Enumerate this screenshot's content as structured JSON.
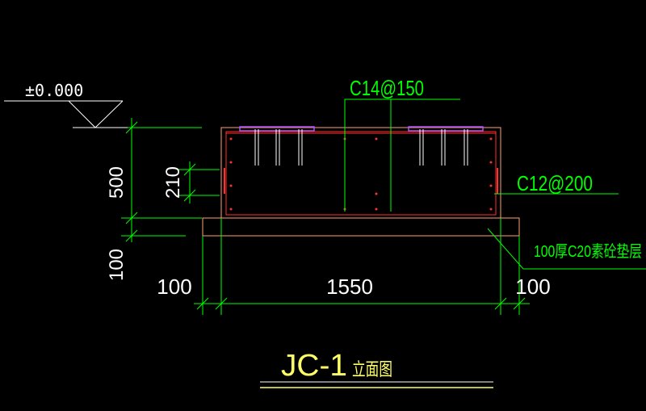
{
  "colors": {
    "background": "#000000",
    "dimension": "#00ff00",
    "annotation": "#00ff00",
    "level_text": "#ffffff",
    "outline": "#ffa07a",
    "rebar": "#ff3030",
    "bolt": "#ffffff",
    "plate": "#b050ff",
    "title": "#ffff66"
  },
  "level": {
    "label": "±0.000"
  },
  "annotations": {
    "top_rebar": "C14@150",
    "side_rebar": "C12@200",
    "bedding": "100厚C20素砼垫层"
  },
  "dimensions": {
    "height_total": "500",
    "embed_depth": "210",
    "bedding_thickness": "100",
    "left_offset": "100",
    "width_main": "1550",
    "right_offset": "100"
  },
  "title": {
    "code": "JC-1",
    "subtitle": "立面图"
  }
}
